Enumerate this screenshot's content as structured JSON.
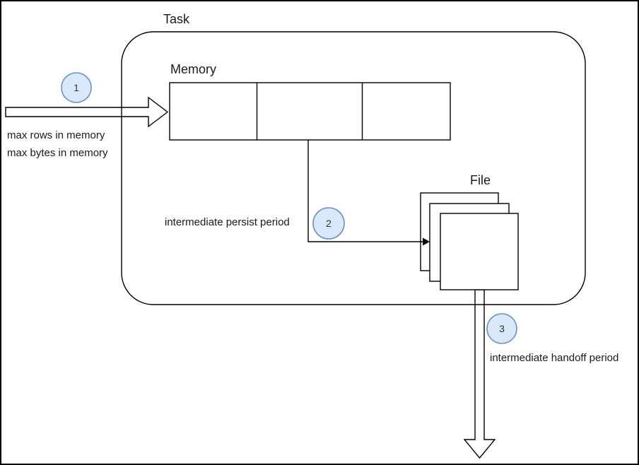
{
  "diagram": {
    "container": {
      "label": "Task"
    },
    "memory": {
      "label": "Memory",
      "cell_count": 3
    },
    "file": {
      "label": "File",
      "stack_count": 3
    },
    "steps": [
      {
        "number": "1",
        "label_line1": "max rows in memory",
        "label_line2": "max bytes in memory"
      },
      {
        "number": "2",
        "label": "intermediate persist period"
      },
      {
        "number": "3",
        "label": "intermediate handoff period"
      }
    ],
    "colors": {
      "badge_fill": "#dae8fc",
      "badge_stroke": "#6c8ebf",
      "line": "#000000",
      "background": "#ffffff",
      "frame": "#000000"
    }
  }
}
